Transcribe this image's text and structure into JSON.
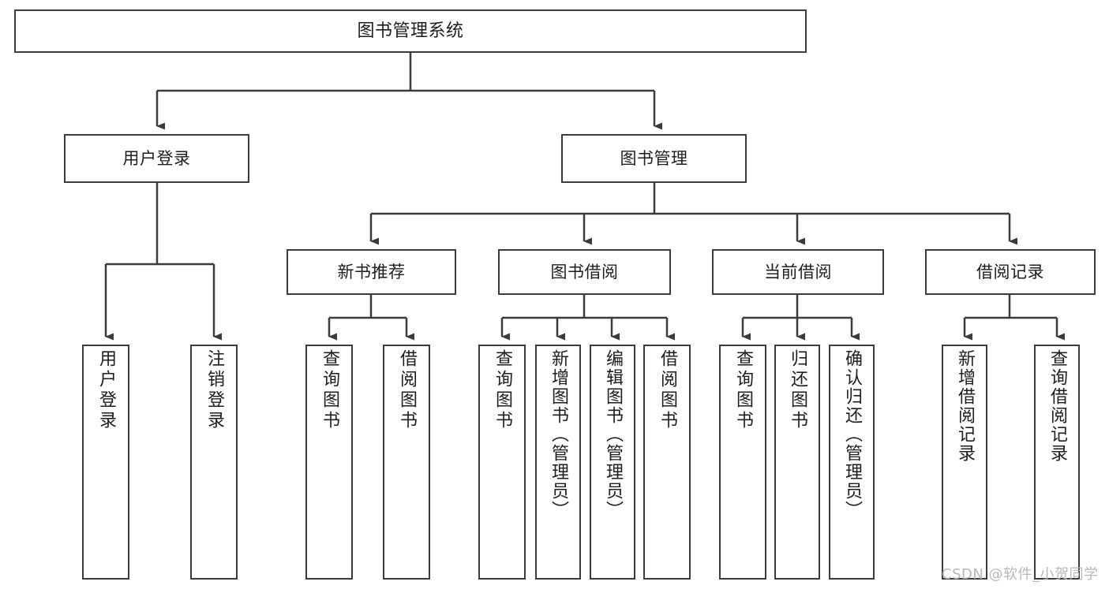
{
  "diagram": {
    "title": "图书管理系统",
    "type": "tree-hierarchy",
    "colors": {
      "node_border": "#3b3b3b",
      "node_fill": "#ffffff",
      "edge": "#3b3b3b",
      "text": "#1d1d1d",
      "watermark": "#b8b8b8",
      "background": "#ffffff"
    },
    "root": {
      "label": "图书管理系统"
    },
    "level2": [
      {
        "label": "用户登录"
      },
      {
        "label": "图书管理"
      }
    ],
    "level3": [
      {
        "label": "新书推荐"
      },
      {
        "label": "图书借阅"
      },
      {
        "label": "当前借阅"
      },
      {
        "label": "借阅记录"
      }
    ],
    "leaves": {
      "user_login": [
        {
          "label": "用户登录"
        },
        {
          "label": "注销登录"
        }
      ],
      "new_book_recommend": [
        {
          "label": "查询图书"
        },
        {
          "label": "借阅图书"
        }
      ],
      "book_borrow": [
        {
          "label": "查询图书"
        },
        {
          "label": "新增图书（管理员）"
        },
        {
          "label": "编辑图书（管理员）"
        },
        {
          "label": "借阅图书"
        }
      ],
      "current_borrow": [
        {
          "label": "查询图书"
        },
        {
          "label": "归还图书"
        },
        {
          "label": "确认归还（管理员）"
        }
      ],
      "borrow_record": [
        {
          "label": "新增借阅记录"
        },
        {
          "label": "查询借阅记录"
        }
      ]
    },
    "watermark": "CSDN @软件_小贺同学"
  }
}
